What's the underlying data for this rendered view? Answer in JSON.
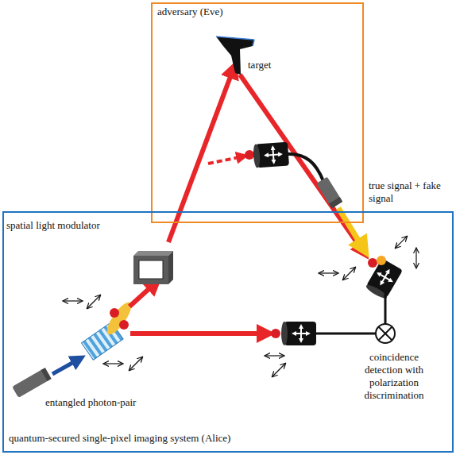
{
  "diagram": {
    "nodes": [
      {
        "text": [
          "adversary (Eve)"
        ]
      },
      {
        "text": [
          "quantum-secured single-pixel imaging system (Alice)"
        ]
      }
    ],
    "labels": [
      "target",
      "true signal + fake signal",
      "spatial light modulator",
      "entangled photon-pair",
      "coincidence detection with polarization discrimination"
    ]
  }
}
